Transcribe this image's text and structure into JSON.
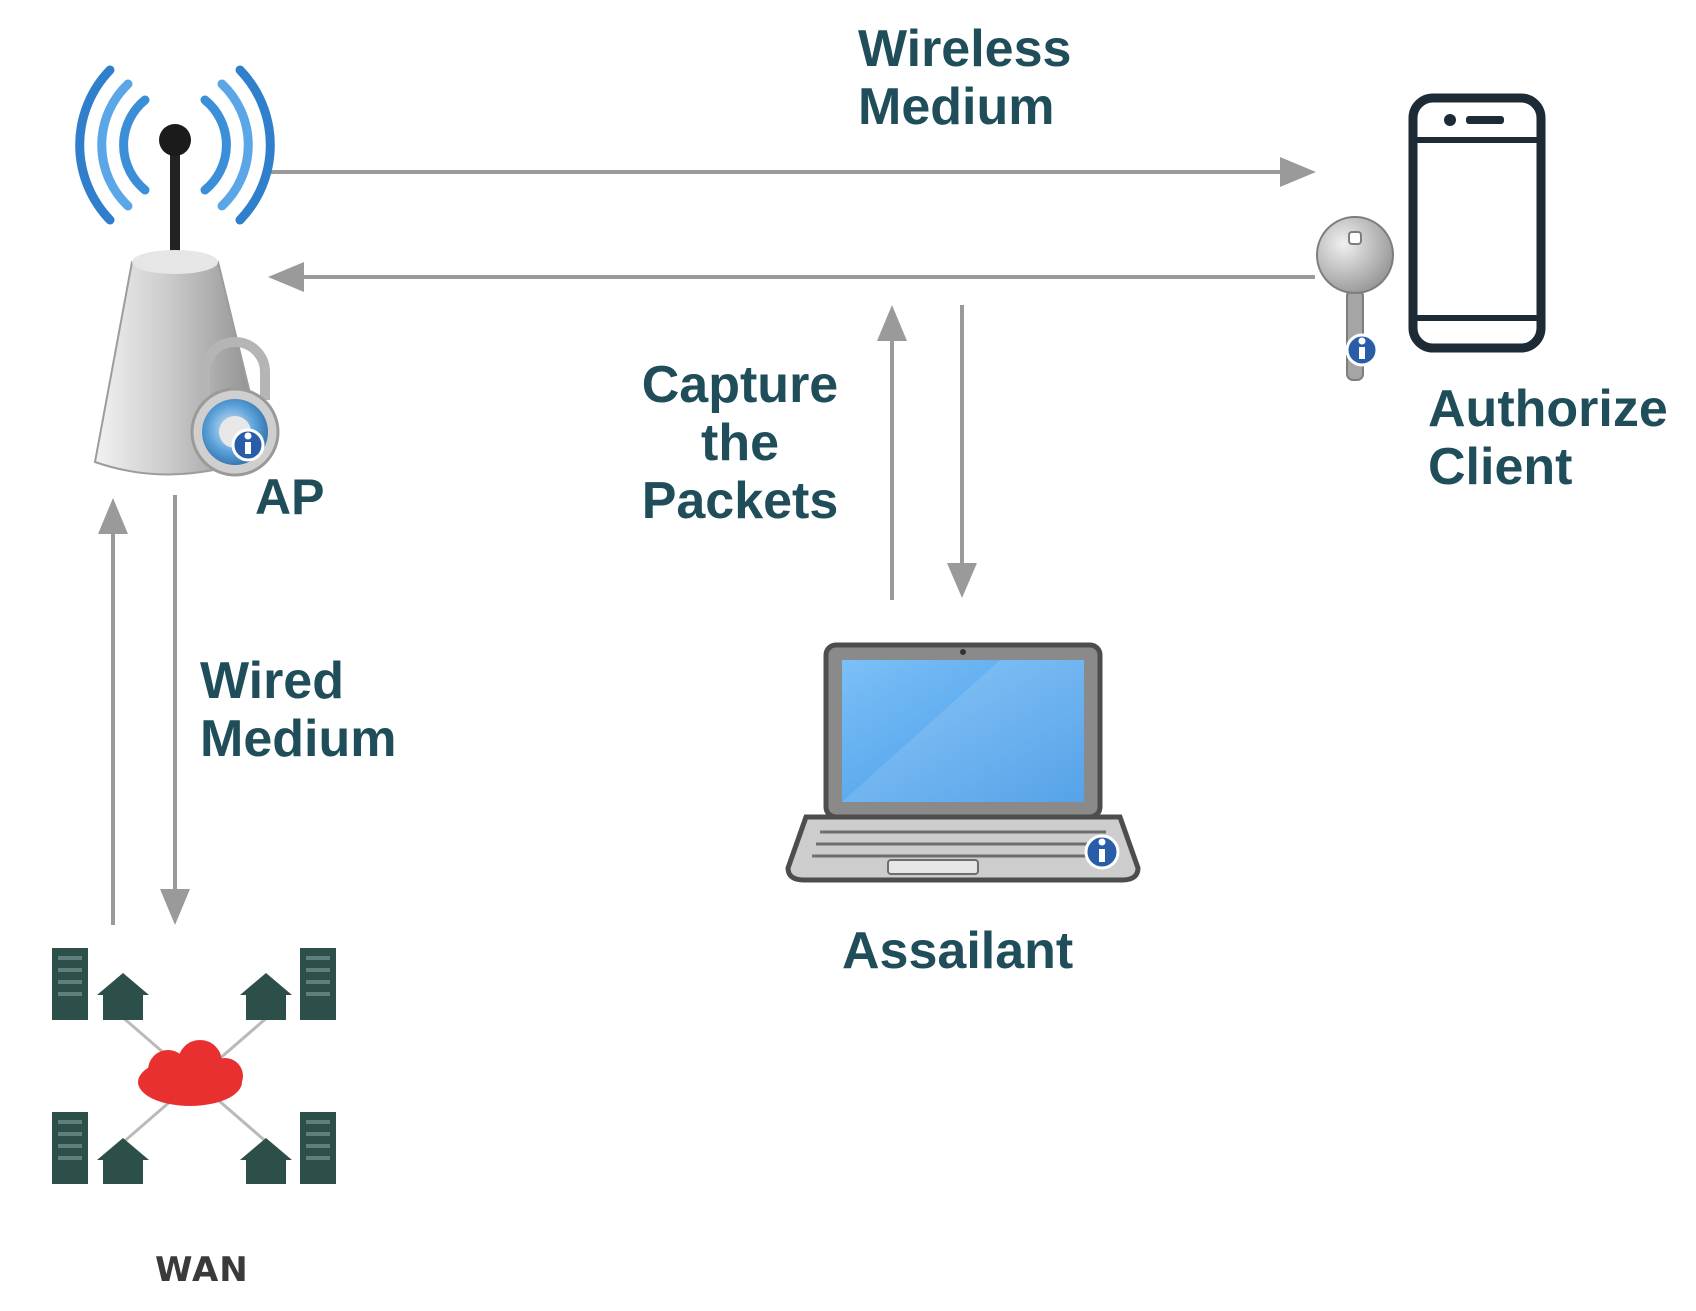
{
  "labels": {
    "wireless_medium": "Wireless Medium",
    "ap": "AP",
    "authorize_client": "Authorize Client",
    "capture_packets": "Capture the Packets",
    "wired_medium": "Wired Medium",
    "assailant": "Assailant",
    "wan": "WAN"
  },
  "colors": {
    "label_text": "#1f4e5a",
    "arrow": "#9a9a9a",
    "wifi_waves": "#3b8fd9",
    "phone": "#1c2b36",
    "laptop_screen": "#5aaef2",
    "cloud": "#e83030",
    "buildings": "#2d4f4a",
    "info_badge": "#2a5da8"
  },
  "icons": {
    "access_point": "wifi-antenna-icon",
    "lock": "padlock-icon",
    "phone": "smartphone-icon",
    "key": "key-icon",
    "laptop": "laptop-icon",
    "network": "wan-network-icon",
    "info": "info-badge-icon"
  }
}
